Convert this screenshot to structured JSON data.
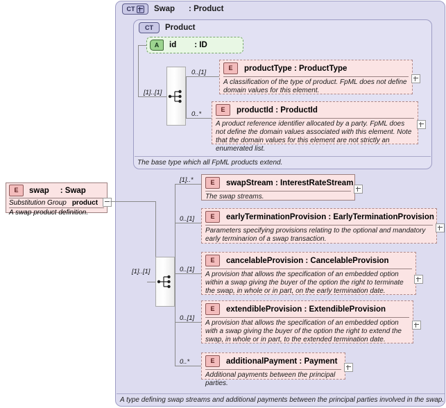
{
  "diagram": {
    "type": "xsd-schema-diagram",
    "root_type": {
      "badge": "CT+",
      "name": "Swap",
      "type_separator": ": Product",
      "annotation": "A type defining swap streams and additional payments between the principal parties involved in the swap."
    },
    "base_type": {
      "badge": "CT",
      "name": "Product",
      "annotation": "The base type which all FpML products extend."
    },
    "attribute": {
      "badge": "A",
      "name": "id",
      "type": ": ID"
    },
    "product_compositor": {
      "kind": "sequence",
      "left_cardinality": "[1]..[1]"
    },
    "swap_compositor": {
      "kind": "sequence",
      "left_cardinality": "[1]..[1]"
    },
    "product_elements": [
      {
        "badge": "E",
        "title": "productType : ProductType",
        "cardinality": "0..[1]",
        "required": false,
        "description": "A classification of the type of product. FpML does not define domain values for this element.",
        "expandable": true
      },
      {
        "badge": "E",
        "title": "productId : ProductId",
        "cardinality": "0..*",
        "required": false,
        "description": "A product reference identifier allocated by a party. FpML does not define the domain values associated with this element. Note that the domain values for this element are not strictly an enumerated list.",
        "expandable": true
      }
    ],
    "substitution_element": {
      "badge": "E",
      "name": "swap",
      "type": ": Swap",
      "substitution_group_label": "Substitution Group",
      "substitution_group_value": "product",
      "description": "A swap product definition.",
      "collapsible": true
    },
    "swap_elements": [
      {
        "badge": "E",
        "title": "swapStream : InterestRateStream",
        "cardinality": "[1]..*",
        "required": true,
        "description": "The swap streams.",
        "expandable": true
      },
      {
        "badge": "E",
        "title": "earlyTerminationProvision : EarlyTerminationProvision",
        "cardinality": "0..[1]",
        "required": false,
        "description": "Parameters specifying provisions relating to the optional and mandatory early terminarion of a swap transaction.",
        "expandable": true
      },
      {
        "badge": "E",
        "title": "cancelableProvision : CancelableProvision",
        "cardinality": "0..[1]",
        "required": false,
        "description": "A provision that allows the specification of an embedded option within a swap giving the buyer of the option the right to terminate the swap, in whole or in part, on the early termination date.",
        "expandable": true
      },
      {
        "badge": "E",
        "title": "extendibleProvision : ExtendibleProvision",
        "cardinality": "0..[1]",
        "required": false,
        "description": "A provision that allows the specification of an embedded option with a swap giving the buyer of the option the right to extend the swap, in whole or in part, to the extended termination date.",
        "expandable": true
      },
      {
        "badge": "E",
        "title": "additionalPayment : Payment",
        "cardinality": "0..*",
        "required": false,
        "description": "Additional payments between the principal parties.",
        "expandable": true
      }
    ],
    "colors": {
      "container_outer": "#dddcf0",
      "container_inner": "#e2e1f3",
      "element_box": "#fbe4e4",
      "attribute_box": "#e8f7e4",
      "badge_ct": "#c9c8e6",
      "badge_e": "#f3bcbc",
      "badge_a": "#9cd48f",
      "line": "#8a8a8a"
    }
  }
}
